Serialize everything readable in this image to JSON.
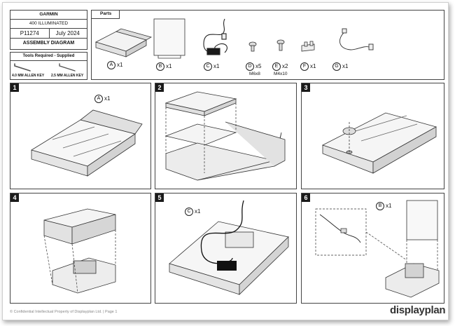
{
  "title_block": {
    "brand": "GARMIN",
    "product": "400 ILLUMINATED",
    "code": "P11274",
    "date": "July 2024",
    "doc_type": "ASSEMBLY DIAGRAM"
  },
  "tools": {
    "heading": "Tools Required - Supplied",
    "items": [
      "4.0 MM ALLEN KEY",
      "2.5 MM ALLEN KEY"
    ]
  },
  "parts": {
    "heading": "Parts",
    "items": [
      {
        "letter": "A",
        "qty": "x1",
        "spec": ""
      },
      {
        "letter": "B",
        "qty": "x1",
        "spec": ""
      },
      {
        "letter": "C",
        "qty": "x1",
        "spec": ""
      },
      {
        "letter": "D",
        "qty": "x5",
        "spec": "M6x8"
      },
      {
        "letter": "E",
        "qty": "x2",
        "spec": "M4x10"
      },
      {
        "letter": "F",
        "qty": "x1",
        "spec": ""
      },
      {
        "letter": "G",
        "qty": "x1",
        "spec": ""
      }
    ]
  },
  "steps": [
    {
      "number": "1",
      "letter": "A",
      "qty": "x1"
    },
    {
      "number": "2"
    },
    {
      "number": "3"
    },
    {
      "number": "4"
    },
    {
      "number": "5",
      "letter": "C",
      "qty": "x1"
    },
    {
      "number": "6",
      "letter": "B",
      "qty": "x1"
    }
  ],
  "footer": {
    "text": "© Confidential Intellectual Property of Displayplan Ltd. | Page 1",
    "brand": "displayplan"
  }
}
